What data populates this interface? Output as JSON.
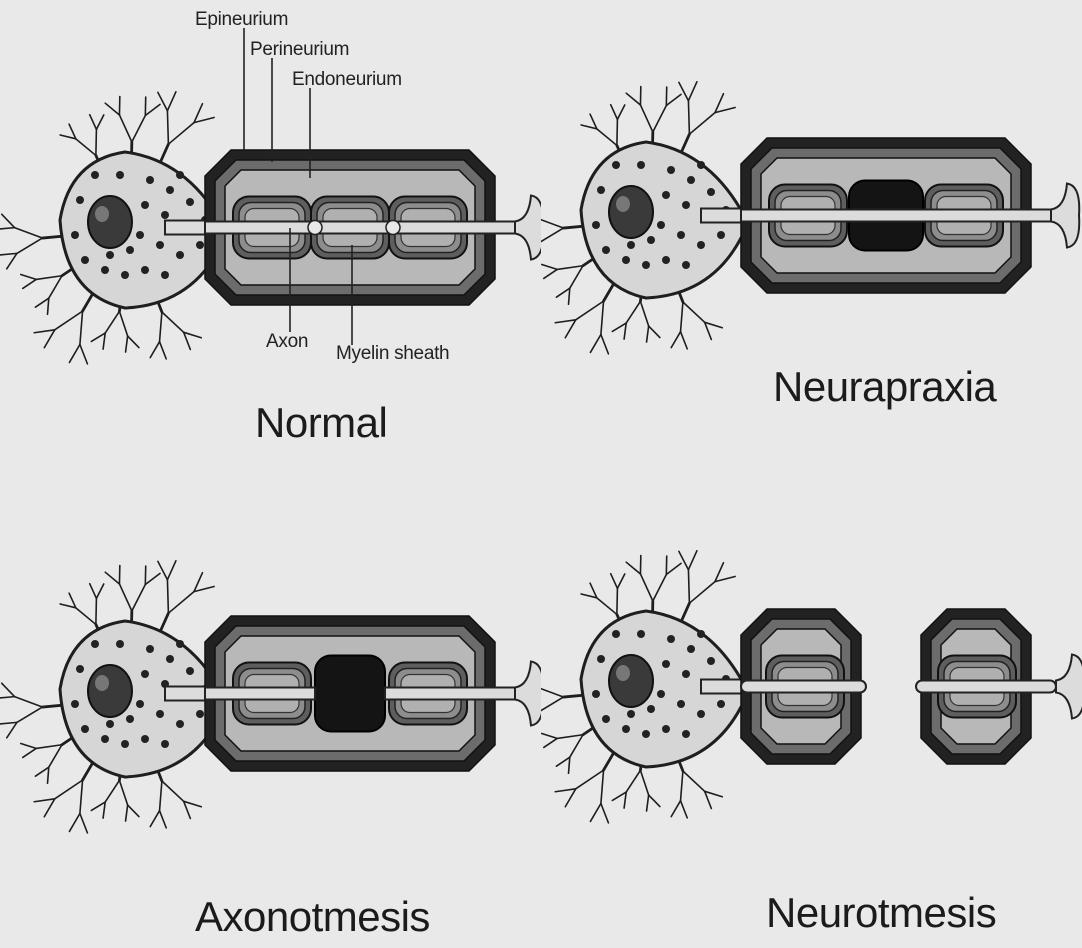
{
  "panels": [
    {
      "key": "normal",
      "title": "Normal",
      "injury": "none"
    },
    {
      "key": "neurapraxia",
      "title": "Neurapraxia",
      "injury": "myelin"
    },
    {
      "key": "axonotmesis",
      "title": "Axonotmesis",
      "injury": "axon"
    },
    {
      "key": "neurotmesis",
      "title": "Neurotmesis",
      "injury": "transection"
    }
  ],
  "labels": {
    "epineurium": "Epineurium",
    "perineurium": "Perineurium",
    "endoneurium": "Endoneurium",
    "axon": "Axon",
    "myelin": "Myelin sheath"
  },
  "colors": {
    "background": "#e9e9e9",
    "epineurium": "#222222",
    "perineurium": "#6c6c6c",
    "endoneurium": "#b8b8b8",
    "axon": "#dcdcdc",
    "soma": "#d6d6d6",
    "nucleus": "#3a3a3a",
    "lesion": "#141414"
  }
}
